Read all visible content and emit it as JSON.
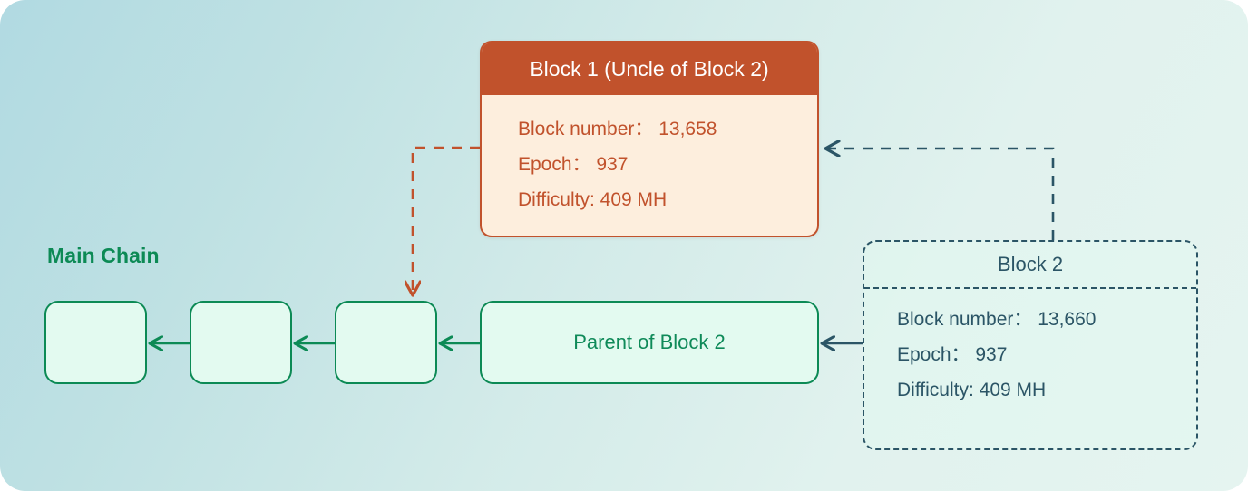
{
  "diagram": {
    "main_chain_label": "Main Chain",
    "chain_blocks": [
      {
        "name": "chain-block-1",
        "label": ""
      },
      {
        "name": "chain-block-2",
        "label": ""
      },
      {
        "name": "chain-block-3",
        "label": ""
      }
    ],
    "parent_block": {
      "label": "Parent of Block 2"
    },
    "block1": {
      "title": "Block 1 (Uncle of Block 2)",
      "rows": [
        "Block number： 13,658",
        "Epoch： 937",
        "Difficulty: 409 MH"
      ]
    },
    "block2": {
      "title": "Block 2",
      "rows": [
        "Block number： 13,660",
        "Epoch： 937",
        "Difficulty: 409 MH"
      ]
    },
    "colors": {
      "chain_green": "#0c8a55",
      "chain_fill": "#e3faf0",
      "uncle_orange": "#c1522c",
      "uncle_fill": "#fdeedd",
      "slate": "#2b5566",
      "background_start": "#b1dae2",
      "background_end": "#e5f4f0"
    }
  }
}
